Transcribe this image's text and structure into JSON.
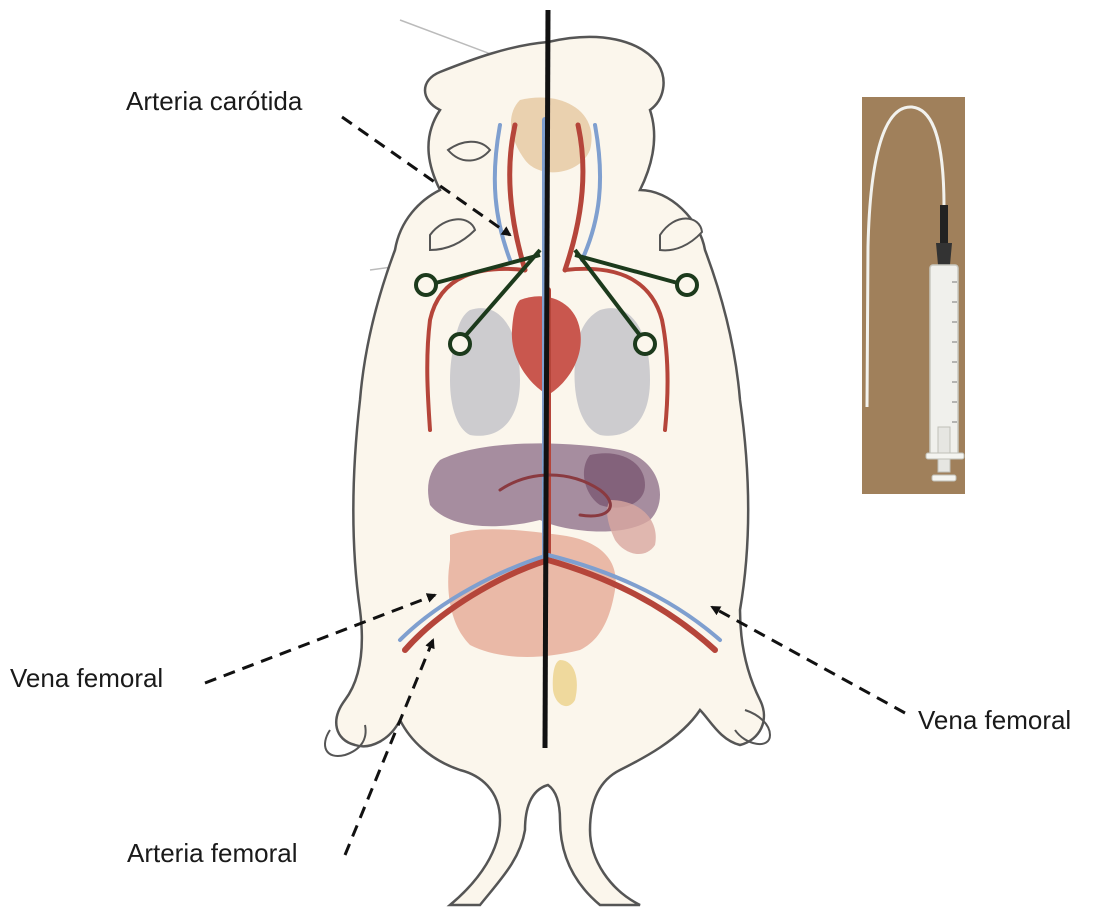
{
  "labels": {
    "carotid_artery": "Arteria carótida",
    "femoral_vein_left": "Vena femoral",
    "femoral_vein_right": "Vena femoral",
    "femoral_artery": "Arteria femoral"
  },
  "colors": {
    "artery": "#b5453a",
    "vein": "#7f9fcf",
    "heart": "#c9574e",
    "lungs": "#c8c8cc",
    "liver": "#8a6a86",
    "intestine": "#e8b2a0",
    "body_fill": "#fbf6ec",
    "outline": "#555555",
    "midline": "#111111",
    "photo_background": "#a0805b"
  },
  "icons": {
    "clamp_left": "hemostat-clamp-icon",
    "clamp_right": "hemostat-clamp-icon",
    "catheter": "syringe-catheter-icon"
  }
}
